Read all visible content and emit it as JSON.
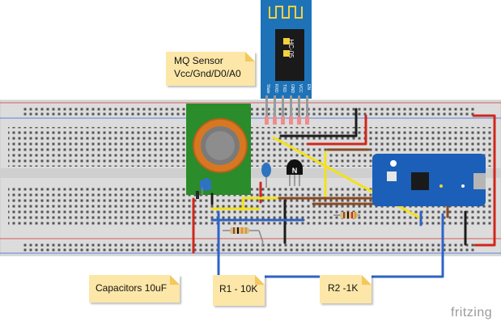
{
  "notes": {
    "mq_sensor": "MQ Sensor\nVcc/Gnd/D0/A0",
    "capacitors": "Capacitors 10uF",
    "r1": "R1 - 10K",
    "r2": "R2 -1K"
  },
  "modules": {
    "bluetooth_chip_label": "HC-05",
    "bluetooth_pin_labels": [
      "State",
      "RXD",
      "TXD",
      "GND",
      "VCC",
      "EN"
    ],
    "transistor_label": "N"
  },
  "logo": "fritzing",
  "colors": {
    "breadboard": "#dcdcdc",
    "wire_red": "#d0271d",
    "wire_blue": "#2e63c8",
    "wire_yellow": "#f2e21b",
    "wire_brown": "#8a4a22",
    "wire_black": "#1c1c1c",
    "sensor_board": "#2a8c2a",
    "bluetooth_board": "#1e73b8",
    "microcontroller": "#1b5fb8"
  }
}
